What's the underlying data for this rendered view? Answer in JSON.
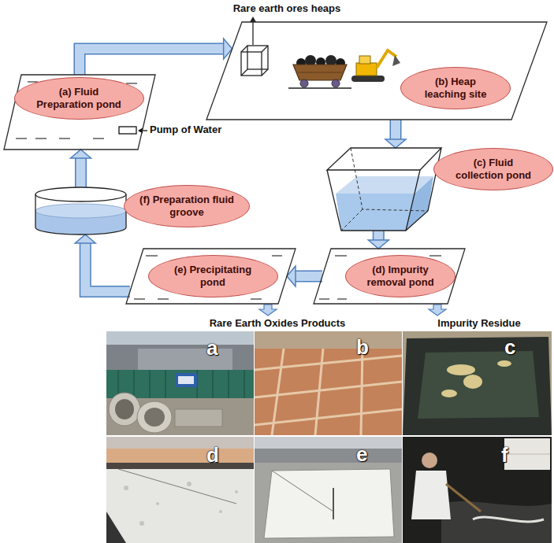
{
  "diagram": {
    "nodes": [
      {
        "text": [
          "(a) Fluid Preparation pond"
        ]
      },
      {
        "text": [
          "(b) Heap leaching site"
        ]
      },
      {
        "text": [
          "(c) Fluid collection pond"
        ]
      },
      {
        "text": [
          "(d) Impurity removal pond"
        ]
      },
      {
        "text": [
          "(e) Precipitating pond"
        ]
      },
      {
        "text": [
          "(f) Preparation fluid groove"
        ]
      }
    ],
    "edges": [
      {
        "from": 0,
        "to": 1,
        "arrow": "to"
      },
      {
        "from": 1,
        "to": 2,
        "arrow": "to"
      },
      {
        "from": 2,
        "to": 3,
        "arrow": "to"
      },
      {
        "from": 3,
        "to": 4,
        "arrow": "to"
      },
      {
        "from": 4,
        "to": 5,
        "arrow": "to"
      },
      {
        "from": 5,
        "to": 0,
        "arrow": "to"
      }
    ],
    "labels": [
      "Rare earth ores heaps",
      "Pump of Water",
      "Rare Earth Oxides Products",
      "Impurity Residue",
      "a",
      "b",
      "c",
      "d",
      "e",
      "f"
    ]
  }
}
